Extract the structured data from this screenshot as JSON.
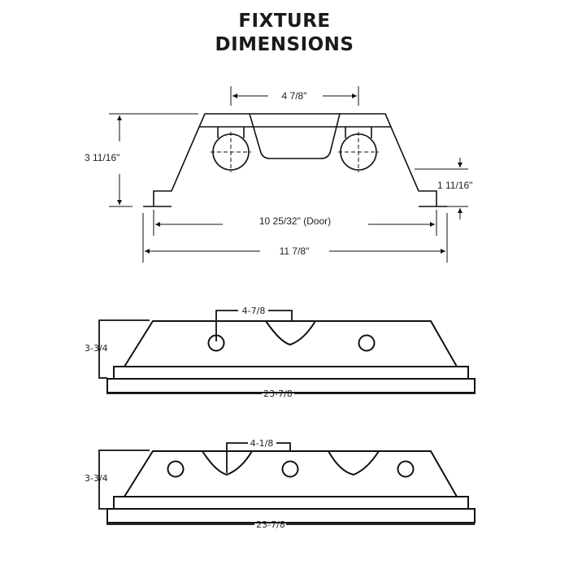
{
  "title": {
    "line1": "FIXTURE",
    "line2": "DIMENSIONS"
  },
  "cross_section": {
    "top_width": "4 7/8\"",
    "height": "3 11/16\"",
    "flange_height": "1 11/16\"",
    "door_width": "10 25/32\" (Door)",
    "overall_width": "11 7/8\""
  },
  "side_view_1": {
    "lamp_spacing": "4-7/8",
    "height": "3-3/4",
    "length": "23-7/8"
  },
  "side_view_2": {
    "lamp_spacing": "4-1/8",
    "height": "3-3/4",
    "length": "23-7/8"
  },
  "colors": {
    "line": "#111111",
    "text": "#222222",
    "background": "#ffffff"
  }
}
